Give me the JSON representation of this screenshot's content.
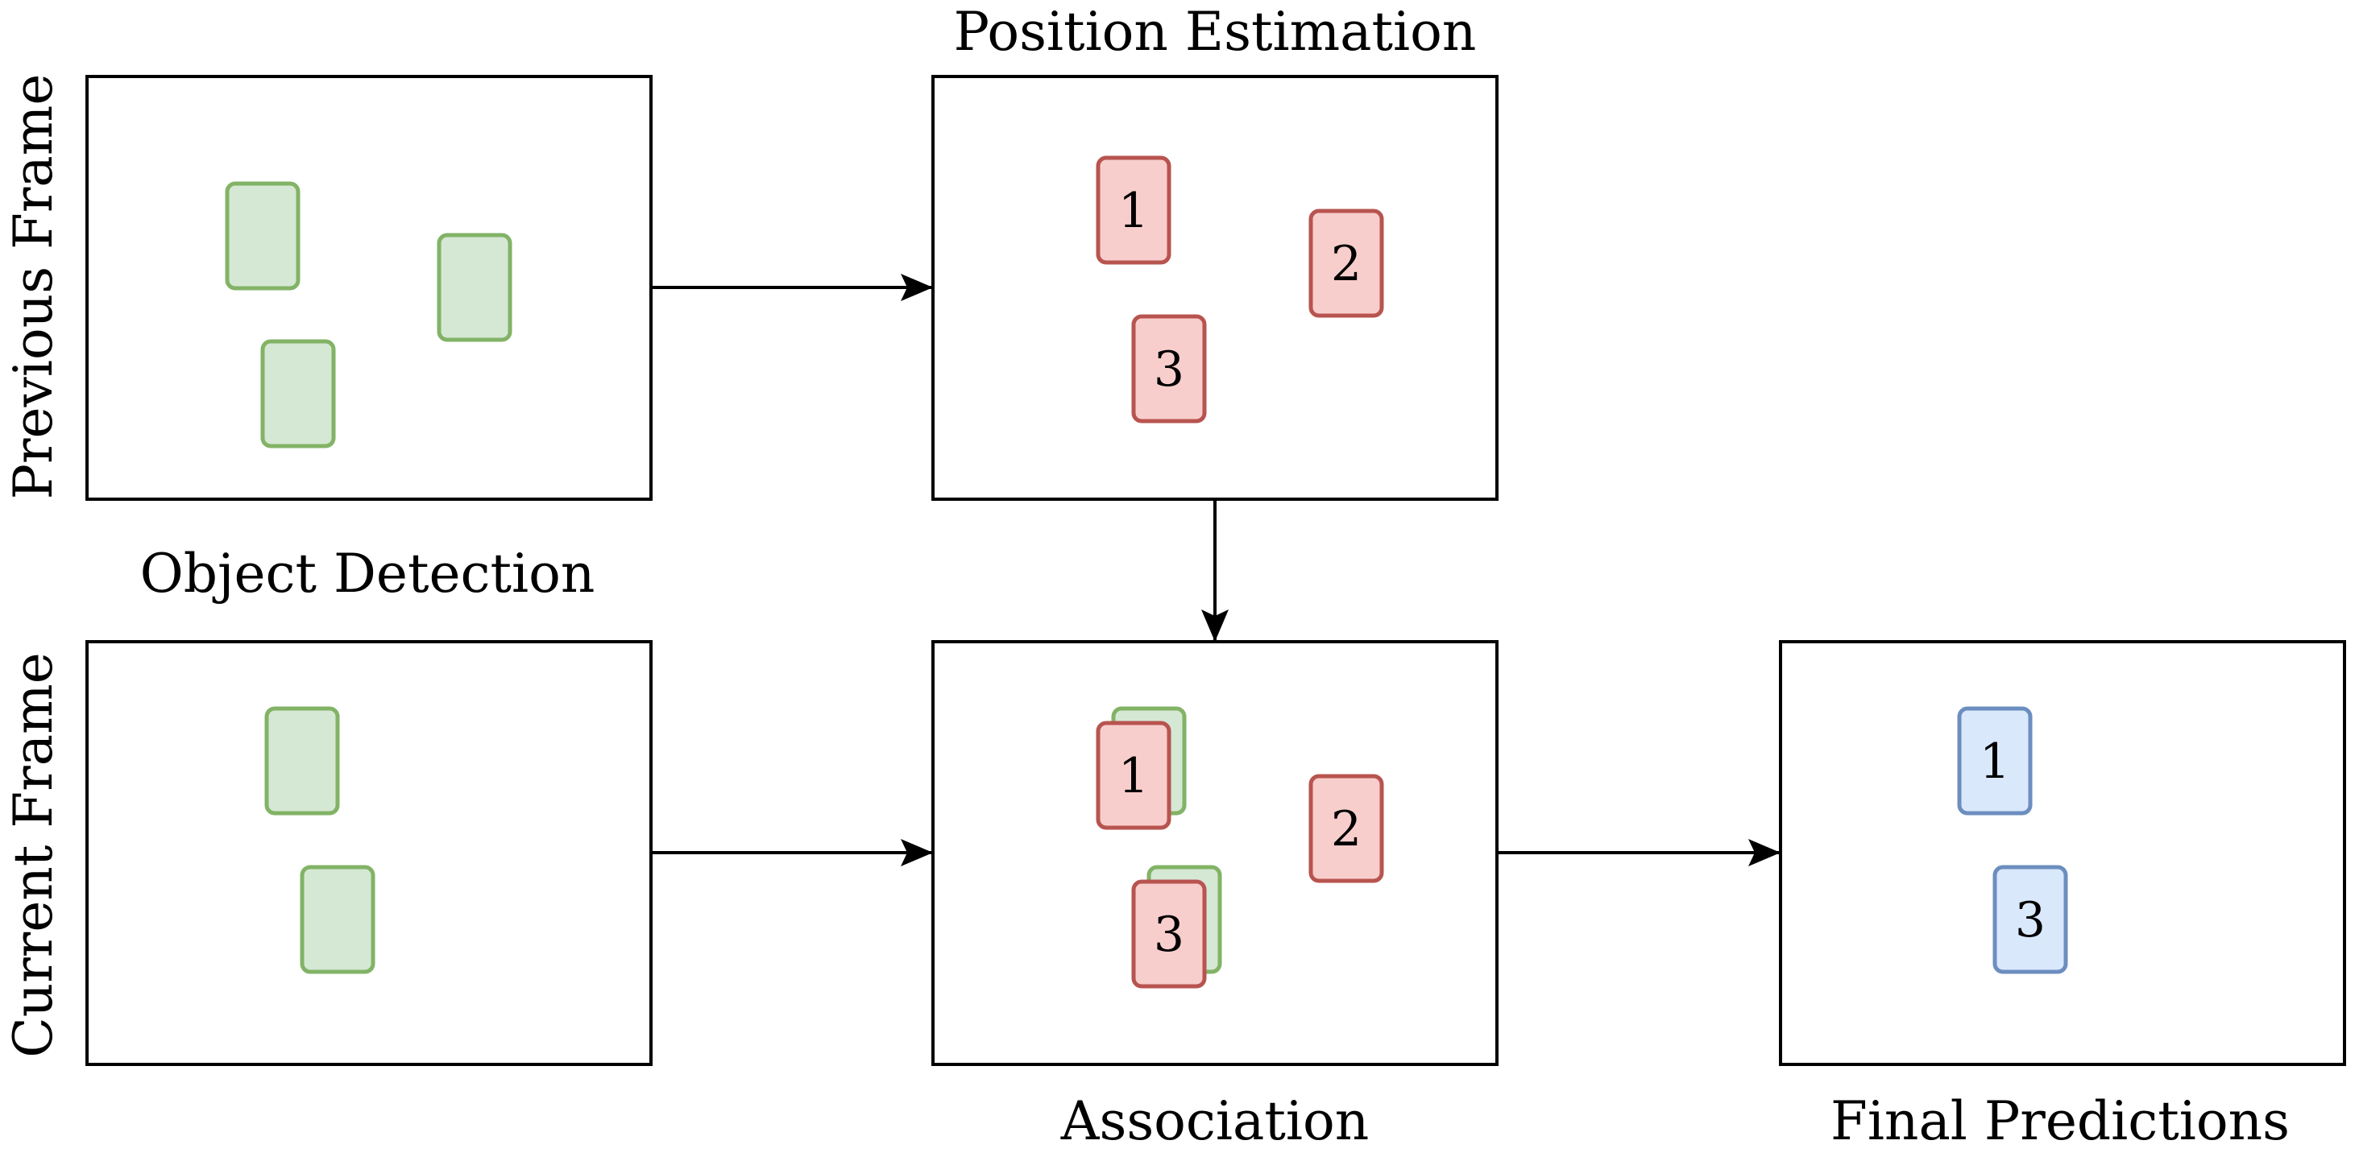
{
  "labels": {
    "previous_frame": "Previous Frame",
    "current_frame": "Current Frame",
    "object_detection": "Object Detection",
    "position_estimation": "Position Estimation",
    "association": "Association",
    "final_predictions": "Final Predictions"
  },
  "colors": {
    "detection_fill": "#d5e8d4",
    "detection_stroke": "#82b366",
    "estimate_fill": "#f8cecc",
    "estimate_stroke": "#b85450",
    "prediction_fill": "#dae8fc",
    "prediction_stroke": "#6c8ebf",
    "frame_stroke": "#000000"
  },
  "ids": {
    "position_estimation": [
      "1",
      "2",
      "3"
    ],
    "association": [
      "1",
      "2",
      "3"
    ],
    "final_predictions": [
      "1",
      "3"
    ]
  }
}
